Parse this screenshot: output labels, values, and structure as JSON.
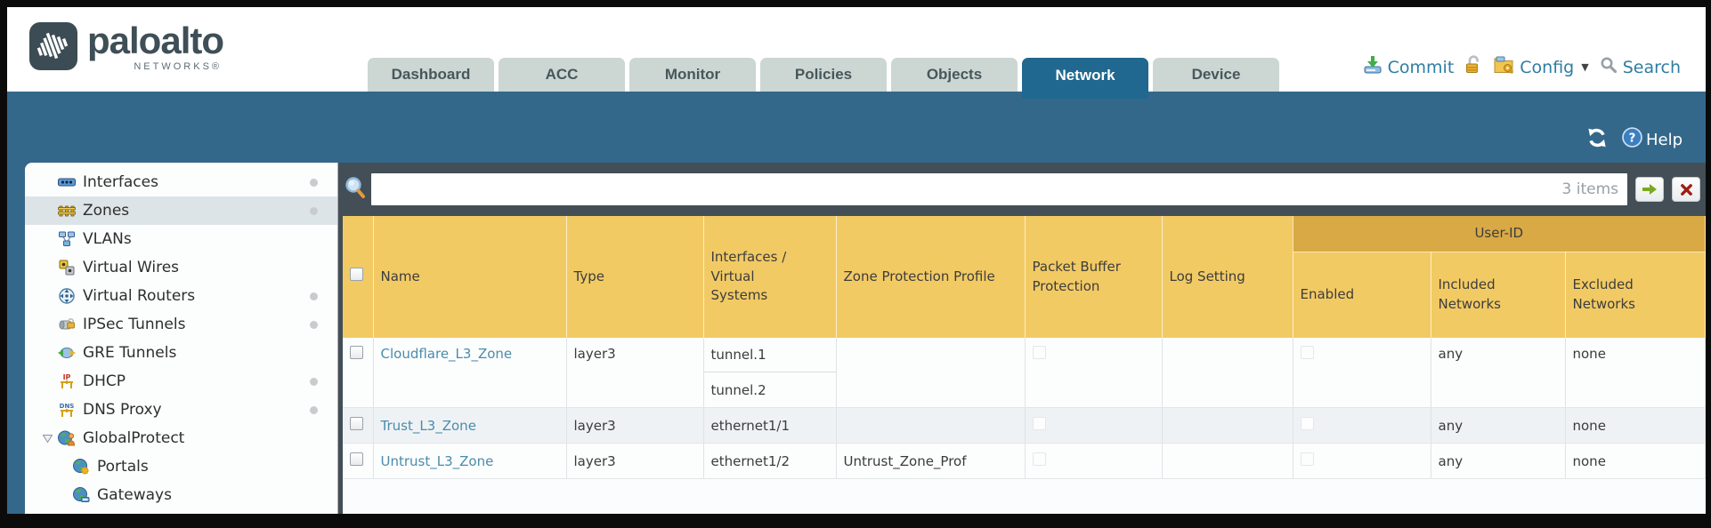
{
  "colors": {
    "teal_band": "#34688a",
    "active_tab": "#20688f",
    "header_amber": "#f2ca64",
    "user_id_amber": "#d9a945",
    "dark_slate": "#434e56",
    "link_blue": "#4a8cab",
    "tab_inactive": "#ccd6d3"
  },
  "header": {
    "logo": {
      "brand": "paloalto",
      "sub": "NETWORKS®"
    },
    "tabs": [
      {
        "label": "Dashboard",
        "active": false
      },
      {
        "label": "ACC",
        "active": false
      },
      {
        "label": "Monitor",
        "active": false
      },
      {
        "label": "Policies",
        "active": false
      },
      {
        "label": "Objects",
        "active": false
      },
      {
        "label": "Network",
        "active": true
      },
      {
        "label": "Device",
        "active": false
      }
    ],
    "actions": {
      "commit_label": "Commit",
      "config_label": "Config",
      "search_label": "Search"
    }
  },
  "toolbar": {
    "help_label": "Help"
  },
  "sidebar": {
    "items": [
      {
        "label": "Interfaces",
        "icon": "interfaces-icon",
        "dot": true
      },
      {
        "label": "Zones",
        "icon": "zones-icon",
        "dot": true,
        "selected": true
      },
      {
        "label": "VLANs",
        "icon": "vlans-icon",
        "dot": false
      },
      {
        "label": "Virtual Wires",
        "icon": "virtual-wires-icon",
        "dot": false
      },
      {
        "label": "Virtual Routers",
        "icon": "virtual-routers-icon",
        "dot": true
      },
      {
        "label": "IPSec Tunnels",
        "icon": "ipsec-tunnels-icon",
        "dot": true
      },
      {
        "label": "GRE Tunnels",
        "icon": "gre-tunnels-icon",
        "dot": false
      },
      {
        "label": "DHCP",
        "icon": "dhcp-icon",
        "dot": true
      },
      {
        "label": "DNS Proxy",
        "icon": "dns-proxy-icon",
        "dot": true
      },
      {
        "label": "GlobalProtect",
        "icon": "globalprotect-icon",
        "dot": false,
        "expanded": true,
        "children": [
          {
            "label": "Portals",
            "icon": "portals-icon"
          },
          {
            "label": "Gateways",
            "icon": "gateways-icon"
          }
        ]
      }
    ]
  },
  "filter": {
    "value": "",
    "count_label": "3 items"
  },
  "table": {
    "user_id_group_label": "User-ID",
    "columns": [
      "Name",
      "Type",
      "Interfaces /\nVirtual\nSystems",
      "Zone Protection Profile",
      "Packet Buffer Protection",
      "Log Setting",
      "Enabled",
      "Included Networks",
      "Excluded Networks"
    ],
    "rows": [
      {
        "name": "Cloudflare_L3_Zone",
        "type": "layer3",
        "interfaces": [
          "tunnel.1",
          "tunnel.2"
        ],
        "zone_protection_profile": "",
        "log_setting": "",
        "included_networks": "any",
        "excluded_networks": "none"
      },
      {
        "name": "Trust_L3_Zone",
        "type": "layer3",
        "interfaces": [
          "ethernet1/1"
        ],
        "zone_protection_profile": "",
        "log_setting": "",
        "included_networks": "any",
        "excluded_networks": "none"
      },
      {
        "name": "Untrust_L3_Zone",
        "type": "layer3",
        "interfaces": [
          "ethernet1/2"
        ],
        "zone_protection_profile": "Untrust_Zone_Prof",
        "log_setting": "",
        "included_networks": "any",
        "excluded_networks": "none"
      }
    ]
  }
}
